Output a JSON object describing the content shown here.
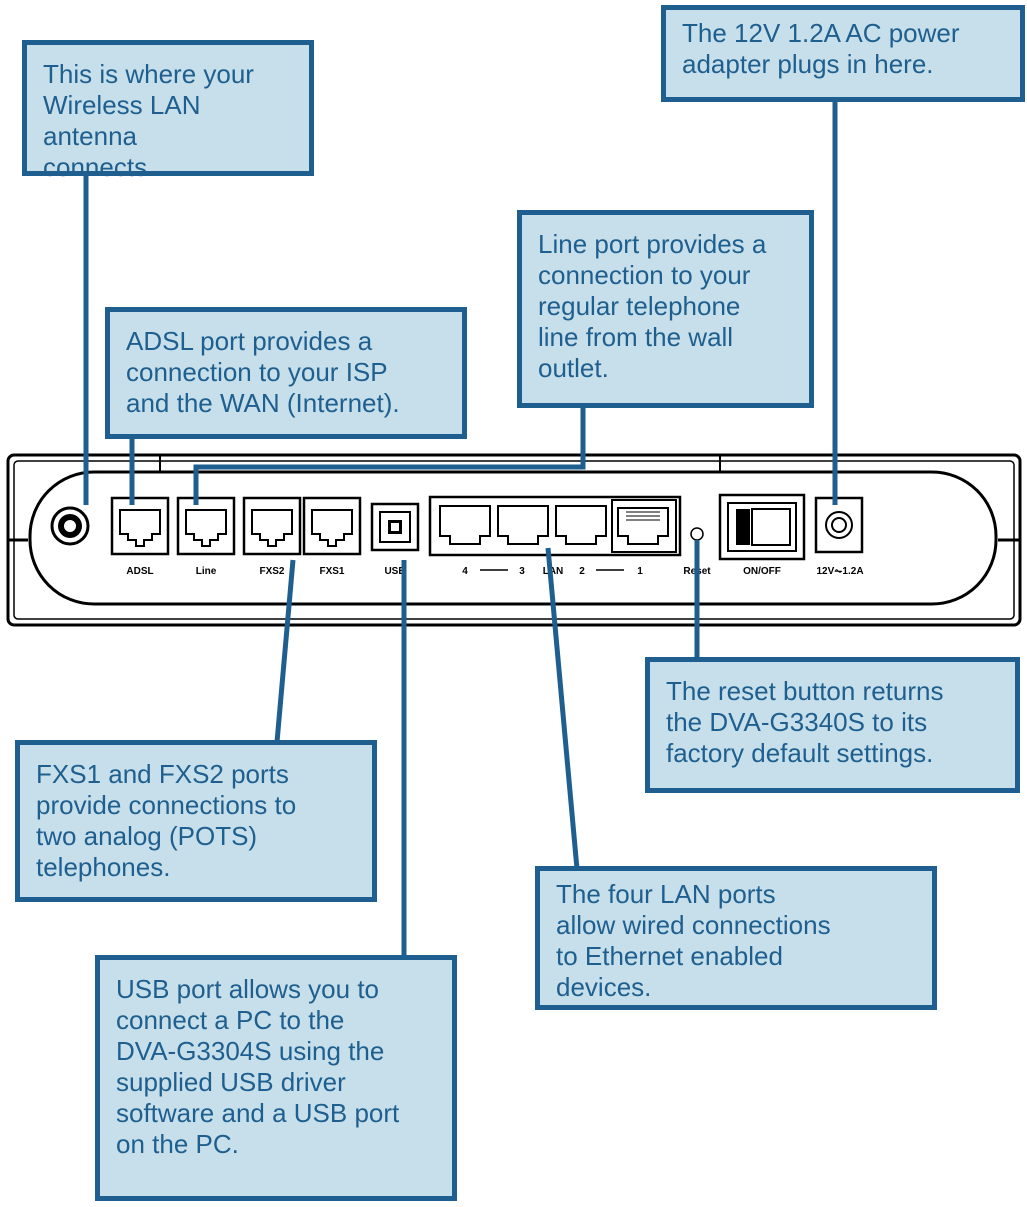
{
  "callouts": {
    "antenna": "This is where your\nWireless LAN antenna\nconnects.",
    "power": "The 12V 1.2A AC power\nadapter plugs in here.",
    "line": "Line port provides a\nconnection to your\nregular telephone\nline from the wall\noutlet.",
    "adsl": "ADSL port provides a\nconnection to your ISP\nand the WAN (Internet).",
    "reset": "The reset button returns\nthe DVA-G3340S to its\nfactory default settings.",
    "fxs": "FXS1 and FXS2 ports\nprovide connections to\ntwo analog (POTS)\ntelephones.",
    "lan": "The four LAN ports\nallow wired connections\nto Ethernet enabled\ndevices.",
    "usb": "USB port allows you to\nconnect a PC to the\nDVA-G3304S using the\nsupplied USB driver\nsoftware and a USB port\non the PC."
  },
  "panel_labels": {
    "adsl": "ADSL",
    "line": "Line",
    "fxs2": "FXS2",
    "fxs1": "FXS1",
    "usb": "USB",
    "lan4": "4",
    "lan3": "3",
    "lan_word": "LAN",
    "lan2": "2",
    "lan1": "1",
    "reset": "Reset",
    "onoff": "ON/OFF",
    "power": "12V⏦1.2A"
  },
  "colors": {
    "callout_fill": "#c6dfea",
    "callout_border": "#1f5f8f",
    "leader": "#1f5f8f"
  }
}
